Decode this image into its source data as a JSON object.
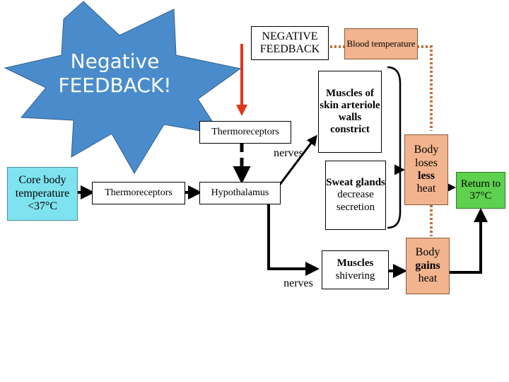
{
  "star": {
    "title": "Negative FEEDBACK!"
  },
  "nodes": {
    "negative_feedback": "NEGATIVE FEEDBACK",
    "blood_temperature": "Blood temperature",
    "thermoreceptors_top": "Thermoreceptors",
    "nerves_top": "nerves",
    "core_body": "Core body temperature <37°C",
    "thermoreceptors_left": "Thermoreceptors",
    "hypothalamus": "Hypothalamus",
    "muscles_skin": "Muscles of skin arteriole walls constrict",
    "sweat_glands": "Sweat glands",
    "sweat_decrease": "decrease secretion",
    "body_loses": "Body loses",
    "less": "less",
    "heat_a": "heat",
    "return": "Return to 37°C",
    "nerves_bottom": "nerves",
    "muscles": "Muscles",
    "shivering": "shivering",
    "body": "Body",
    "gains": "gains",
    "heat_b": "heat"
  },
  "colors": {
    "star_fill": "#4a8ccb",
    "core_fill": "#7fe3ef",
    "return_fill": "#5ed14f",
    "body_fill": "#f2b48e",
    "feedback_arrow": "#e3341c",
    "dotted": "#c0703c"
  }
}
